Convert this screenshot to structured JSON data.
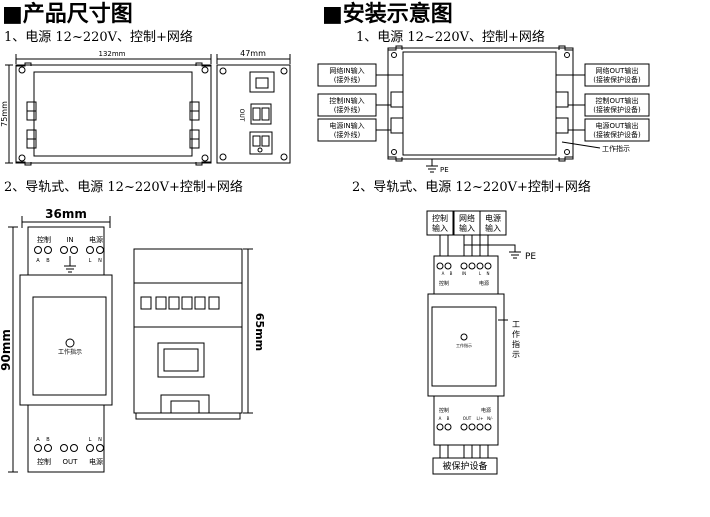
{
  "left": {
    "title": "■产品尺寸图",
    "sub1": "1、电源 12~220V、控制+网络",
    "sub2": "2、导轨式、电源 12~220V+控制+网络",
    "dim_132": "132mm",
    "dim_47": "47mm",
    "dim_75": "75mm",
    "side_out": "OUT",
    "dim_36": "36mm",
    "dim_90": "90mm",
    "dim_65": "65mm",
    "rail_ctrl": "控制",
    "rail_in": "IN",
    "rail_power": "电源",
    "rail_a": "A",
    "rail_b": "B",
    "rail_l": "L",
    "rail_n": "N",
    "rail_work": "工作指示",
    "rail_out": "OUT"
  },
  "right": {
    "title": "■安装示意图",
    "sub1": "1、电源 12~220V、控制+网络",
    "sub2": "2、导轨式、电源 12~220V+控制+网络",
    "net_in_1": "网络IN输入",
    "net_in_2": "(接外线)",
    "ctrl_in_1": "控制IN输入",
    "ctrl_in_2": "(接外线)",
    "pwr_in_1": "电源IN输入",
    "pwr_in_2": "(接外线)",
    "net_out_1": "网络OUT输出",
    "net_out_2": "(接被保护设备)",
    "ctrl_out_1": "控制OUT输出",
    "ctrl_out_2": "(接被保护设备)",
    "pwr_out_1": "电源OUT输出",
    "pwr_out_2": "(接被保护设备)",
    "work_ind": "工作指示",
    "pe": "PE",
    "top_ctrl_1": "控制",
    "top_ctrl_2": "输入",
    "top_net_1": "网络",
    "top_net_2": "输入",
    "top_pwr_1": "电源",
    "top_pwr_2": "输入",
    "pe2": "PE",
    "work_v1": "工",
    "work_v2": "作",
    "work_v3": "指",
    "work_v4": "示",
    "r_ctrl": "控制",
    "r_power": "电源",
    "r_a": "A",
    "r_b": "B",
    "r_in": "IN",
    "r_l": "L",
    "r_n": "N",
    "r_out": "OUT",
    "r_lp": "L/+",
    "r_nm": "N/-",
    "r_work": "工作指示",
    "protected": "被保护设备"
  }
}
